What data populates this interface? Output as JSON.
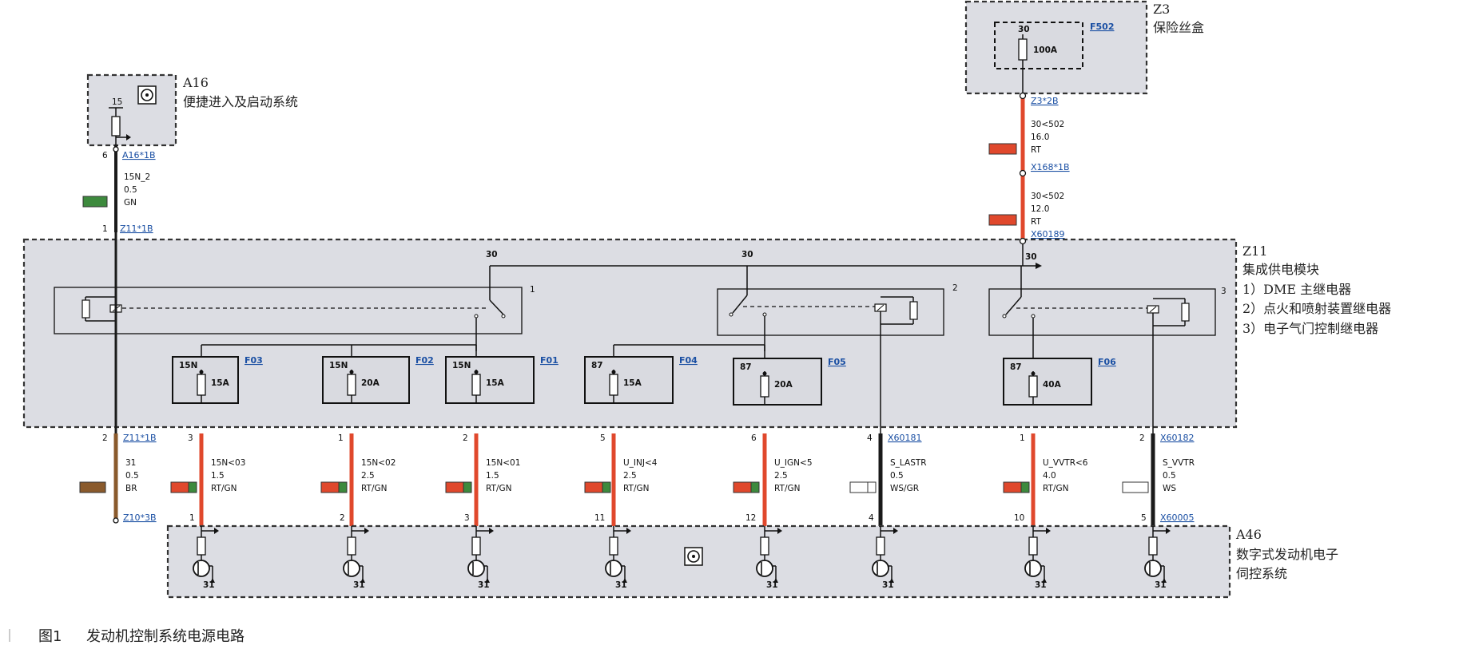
{
  "caption": {
    "figure": "图1",
    "title": "发动机控制系统电源电路"
  },
  "components": {
    "a16": {
      "id": "A16",
      "name": "便捷进入及启动系统",
      "pin": "15"
    },
    "z3": {
      "id": "Z3",
      "name": "保险丝盒",
      "fuse_ref": "F502",
      "pin": "30",
      "rating": "100A"
    },
    "z11": {
      "id": "Z11",
      "name": "集成供电模块",
      "relay1": "1）DME 主继电器",
      "relay2": "2）点火和喷射装置继电器",
      "relay3": "3）电子气门控制继电器",
      "bus": "30",
      "relay_num1": "1",
      "relay_num2": "2",
      "relay_num3": "3"
    },
    "a46": {
      "id": "A46",
      "name_line1": "数字式发动机电子",
      "name_line2": "伺控系统"
    }
  },
  "fuses": [
    {
      "ref": "F03",
      "pin": "15N",
      "rating": "15A"
    },
    {
      "ref": "F02",
      "pin": "15N",
      "rating": "20A"
    },
    {
      "ref": "F01",
      "pin": "15N",
      "rating": "15A"
    },
    {
      "ref": "F04",
      "pin": "87",
      "rating": "15A"
    },
    {
      "ref": "F05",
      "pin": "87",
      "rating": "20A"
    },
    {
      "ref": "F06",
      "pin": "87",
      "rating": "40A"
    }
  ],
  "top_wires": {
    "a16_wire": {
      "conn_top": "A16*1B",
      "pin_top": "6",
      "signal": "15N_2",
      "size": "0.5",
      "color": "GN",
      "conn_bottom": "Z11*1B",
      "pin_bottom": "1"
    },
    "z3_wire1": {
      "conn": "Z3*2B",
      "signal": "30<502",
      "size": "16.0",
      "color": "RT"
    },
    "z3_wire2": {
      "conn": "X168*1B",
      "signal": "30<502",
      "size": "12.0",
      "color": "RT",
      "conn_bottom": "X60189",
      "bus_pin": "30"
    }
  },
  "bottom_wires": [
    {
      "pin_top": "2",
      "conn_top": "Z11*1B",
      "signal": "31",
      "size": "0.5",
      "color": "BR",
      "conn_bottom": "Z10*3B",
      "pin_bottom": ""
    },
    {
      "pin_top": "3",
      "conn_top": "",
      "signal": "15N<03",
      "size": "1.5",
      "color": "RT/GN",
      "conn_bottom": "",
      "pin_bottom": "1"
    },
    {
      "pin_top": "1",
      "conn_top": "",
      "signal": "15N<02",
      "size": "2.5",
      "color": "RT/GN",
      "conn_bottom": "",
      "pin_bottom": "2"
    },
    {
      "pin_top": "2",
      "conn_top": "",
      "signal": "15N<01",
      "size": "1.5",
      "color": "RT/GN",
      "conn_bottom": "",
      "pin_bottom": "3"
    },
    {
      "pin_top": "5",
      "conn_top": "",
      "signal": "U_INJ<4",
      "size": "2.5",
      "color": "RT/GN",
      "conn_bottom": "",
      "pin_bottom": "11"
    },
    {
      "pin_top": "6",
      "conn_top": "",
      "signal": "U_IGN<5",
      "size": "2.5",
      "color": "RT/GN",
      "conn_bottom": "",
      "pin_bottom": "12"
    },
    {
      "pin_top": "4",
      "conn_top": "X60181",
      "signal": "S_LASTR",
      "size": "0.5",
      "color": "WS/GR",
      "conn_bottom": "",
      "pin_bottom": "4"
    },
    {
      "pin_top": "1",
      "conn_top": "",
      "signal": "U_VVTR<6",
      "size": "4.0",
      "color": "RT/GN",
      "conn_bottom": "",
      "pin_bottom": "10"
    },
    {
      "pin_top": "2",
      "conn_top": "X60182",
      "signal": "S_VVTR",
      "size": "0.5",
      "color": "WS",
      "conn_bottom": "X60005",
      "pin_bottom": "5"
    }
  ],
  "ground_label": "31",
  "colors": {
    "red_wire": "#e0482c",
    "green_wire": "#3d8a3d",
    "brown_wire": "#8a5a2c",
    "black_wire": "#1a1a1a",
    "module_fill": "#dcdde3"
  }
}
